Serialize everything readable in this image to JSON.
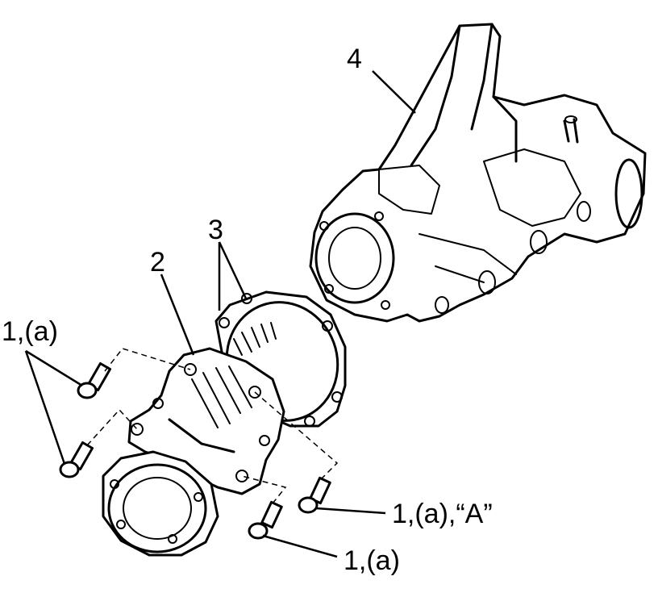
{
  "callouts": {
    "part_4": "4",
    "part_3": "3",
    "part_2": "2",
    "bolt_upper_left": "1,(a)",
    "bolt_lower_right_a": "1,(a),“A”",
    "bolt_lower_right": "1,(a)"
  }
}
